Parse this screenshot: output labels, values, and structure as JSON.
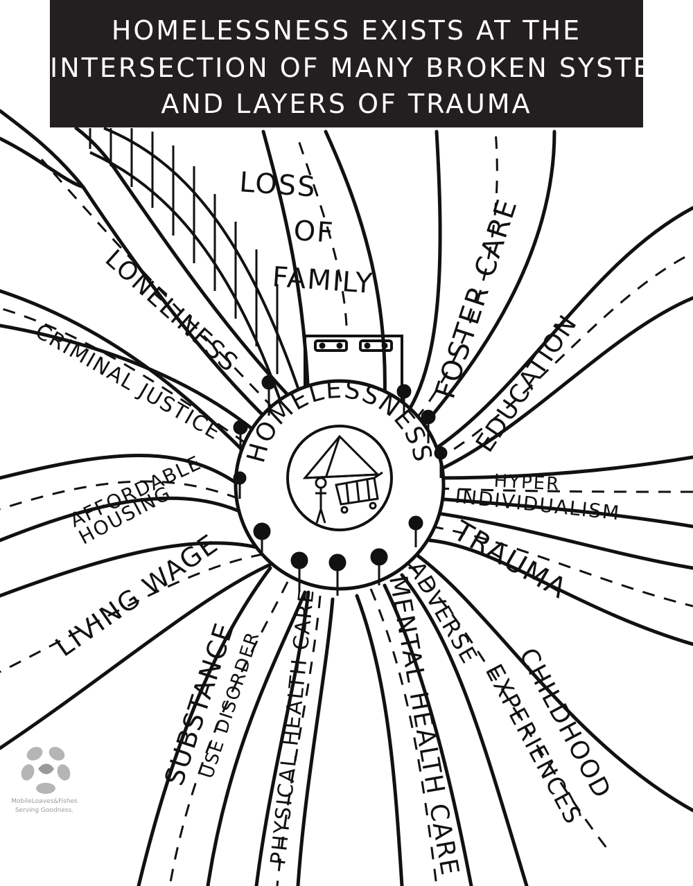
{
  "title": {
    "line1": "HOMELESSNESS EXISTS AT THE",
    "line2": "INTERSECTION OF MANY BROKEN SYSTEMS",
    "line3": "AND LAYERS OF TRAUMA"
  },
  "center": {
    "label": "HOMELESSNESS"
  },
  "roads": {
    "loss_of_family_1": "LOSS",
    "loss_of_family_2": "OF",
    "loss_of_family_3": "FAMILY",
    "loneliness": "LONELINESS",
    "criminal_justice": "CRIMINAL JUSTICE",
    "affordable_housing_1": "AFFORDABLE",
    "affordable_housing_2": "HOUSING",
    "living_wage": "LIVING WAGE",
    "substance_1": "SUBSTANCE",
    "substance_2": "USE DISORDER",
    "physical_health_care": "PHYSICAL HEALTH CARE",
    "mental_health_care": "MENTAL HEALTH CARE",
    "adverse": "ADVERSE",
    "childhood": "CHILDHOOD",
    "experiences": "EXPERIENCES",
    "trauma": "TRAUMA",
    "hyper_1": "HYPER",
    "hyper_2": "INDIVIDUALISM",
    "education": "EDUCATION",
    "foster_care": "FOSTER CARE"
  },
  "logo": {
    "line1": "MobileLoaves&Fishes",
    "line2": "Serving Goodness."
  },
  "colors": {
    "ink": "#111111",
    "title_bg": "#231f20",
    "logo_gray": "#9a9a9a"
  }
}
